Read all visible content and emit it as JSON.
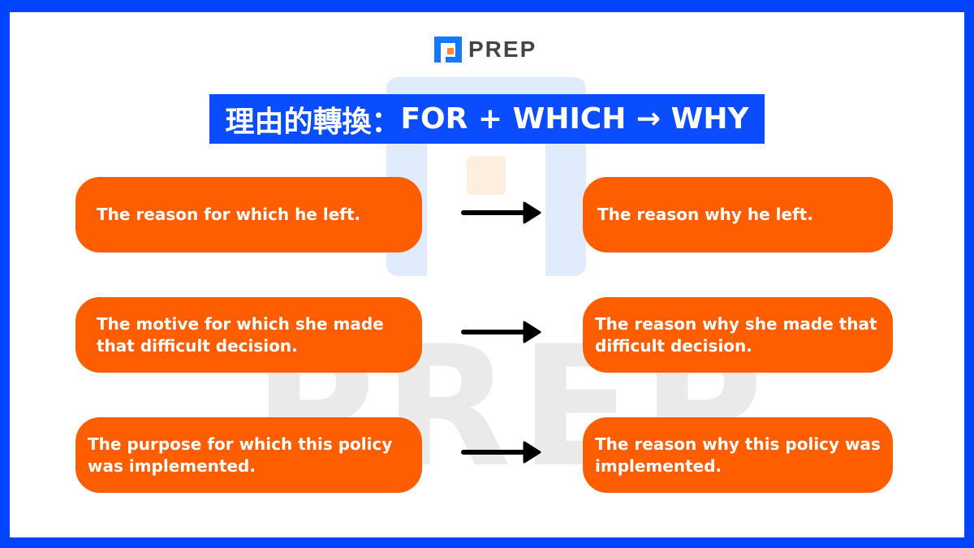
{
  "brand": {
    "name": "PREP",
    "watermark": "PREP",
    "frame_color": "#0044ff",
    "pill_color": "#ff5e00",
    "title_bg": "#0a4cff"
  },
  "title": {
    "chinese": "理由的轉換：",
    "formula": "FOR + WHICH → WHY"
  },
  "rows": [
    {
      "from": "The reason for which he left.",
      "to": "The reason why he left."
    },
    {
      "from": "The motive for which she made that difficult decision.",
      "to": "The reason why she made that difficult decision."
    },
    {
      "from": "The purpose for which this policy was implemented.",
      "to": "The reason why this policy was implemented."
    }
  ],
  "icons": {
    "arrow": "arrow-right-icon",
    "logo": "prep-logo-icon"
  }
}
